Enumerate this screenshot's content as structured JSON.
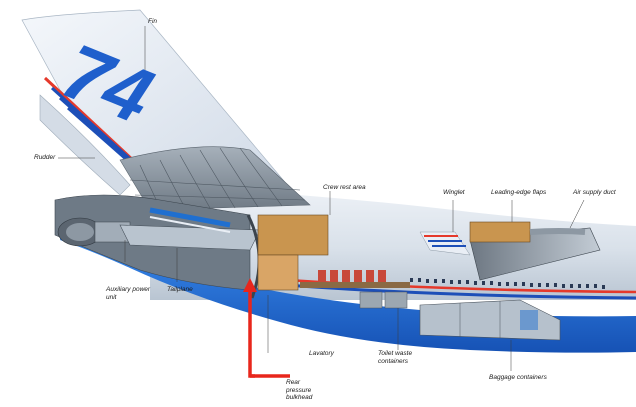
{
  "tail_text": "74",
  "labels": {
    "fin": "Fin",
    "rudder": "Rudder",
    "crew_rest_area": "Crew rest area",
    "winglet": "Winglet",
    "leading_edge_flaps": "Leading-edge flaps",
    "air_supply_duct": "Air supply duct",
    "auxiliary_power_unit": "Auxiliary power unit",
    "tailplane": "Tailplane",
    "lavatory": "Lavatory",
    "toilet_waste_containers": "Toilet waste containers",
    "baggage_containers": "Baggage containers",
    "rear_pressure_bulkhead": "Rear pressure bulkhead"
  },
  "colors": {
    "fuselage_blue": "#1f6fd0",
    "fin_white": "#e9eef5",
    "stripe_red": "#e5392b",
    "stripe_blue": "#1d4fb8",
    "structure_grey": "#8d98a3",
    "interior_tan": "#c9954f",
    "arrow_red": "#e8261c"
  }
}
